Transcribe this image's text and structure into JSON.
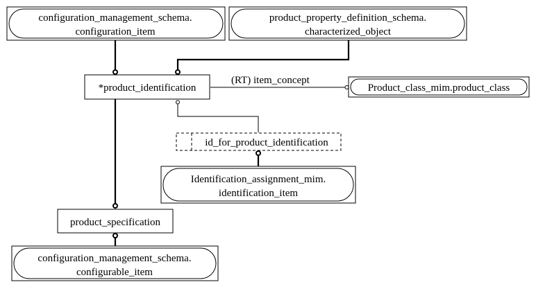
{
  "entities": {
    "cm_configuration_item": {
      "line1": "configuration_management_schema.",
      "line2": "configuration_item"
    },
    "ppd_characterized_object": {
      "line1": "product_property_definition_schema.",
      "line2": "characterized_object"
    },
    "product_identification": {
      "label": "*product_identification"
    },
    "product_class": {
      "label": "Product_class_mim.product_class"
    },
    "id_for_product_identification": {
      "label": "id_for_product_identification"
    },
    "identification_item": {
      "line1": "Identification_assignment_mim.",
      "line2": "identification_item"
    },
    "product_specification": {
      "label": "product_specification"
    },
    "cm_configurable_item": {
      "line1": "configuration_management_schema.",
      "line2": "configurable_item"
    }
  },
  "relations": {
    "item_concept": {
      "label": "(RT) item_concept"
    }
  }
}
